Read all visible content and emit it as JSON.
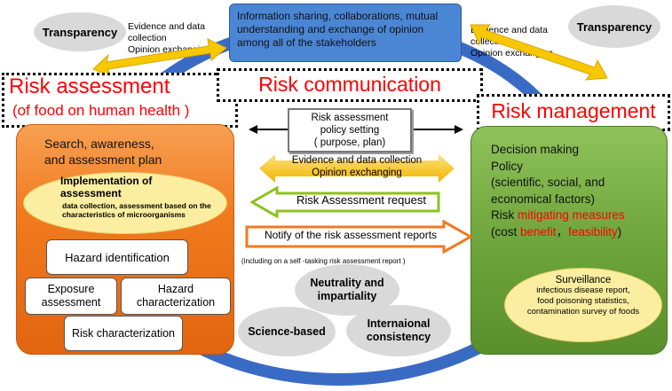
{
  "top_box": {
    "text": "Information sharing, collaborations, mutual understanding and exchange of opinion among all of the stakeholders"
  },
  "transparency_left": "Transparency",
  "transparency_right": "Transparency",
  "evidence_left": {
    "line1": "Evidence and data",
    "line2": "collection",
    "line3": "Opinion exchanging"
  },
  "evidence_right": {
    "line1": "Evidence and data",
    "line2": "collection",
    "line3": "Opinion exchanging"
  },
  "risk_assessment_title": "Risk assessment",
  "risk_assessment_subtitle": "(of food on human health )",
  "risk_communication_title": "Risk communication",
  "risk_management_title": "Risk management",
  "assessment_panel": {
    "heading_line1": "Search, awareness,",
    "heading_line2": "and assessment plan",
    "implementation_title_line1": "Implementation of",
    "implementation_title_line2": "assessment",
    "implementation_detail": "data collection, assessment based on the characteristics of microorganisms",
    "hazard_identification": "Hazard identification",
    "exposure_assessment": "Exposure assessment",
    "hazard_characterization": "Hazard characterization",
    "risk_characterization": "Risk characterization"
  },
  "center": {
    "policy_box_line1": "Risk assessment",
    "policy_box_line2": "policy setting",
    "policy_box_line3": "( purpose, plan)",
    "evidence_line1": "Evidence and data collection",
    "evidence_line2": "Opinion exchanging",
    "request_arrow": "Risk Assessment request",
    "notify_arrow": "Notify of the risk assessment reports",
    "footnote": "(including on a self -tasking risk assessment report )",
    "neutrality": "Neutrality and impartiality",
    "science": "Science-based",
    "international": "Internaional consistency"
  },
  "management_panel": {
    "line1": "Decision making",
    "line2": "Policy",
    "line3": "(scientific, social, and",
    "line4": "economical factors)",
    "line5_prefix": "Risk ",
    "line5_red": "mitigating measures",
    "line6_prefix": "(cost ",
    "line6_red1": "benefit",
    "line6_sep": "，",
    "line6_red2": "feasibility",
    "line6_suffix": ")",
    "surveillance_title": "Surveillance",
    "surveillance_line1": "infectious disease report,",
    "surveillance_line2": "food poisoning statistics,",
    "surveillance_line3": "contamination survey of foods"
  },
  "colors": {
    "assessment_orange": "#f07a1e",
    "management_green": "#6fa53c",
    "top_blue": "#4a86d4",
    "circle_blue": "#3a6bc4",
    "accent_red": "#ff0000",
    "yellow_fill": "#fbeea0",
    "arrow_yellow": "#f7c700",
    "request_green": "#8dc21f",
    "notify_orange": "#f07a1e"
  }
}
